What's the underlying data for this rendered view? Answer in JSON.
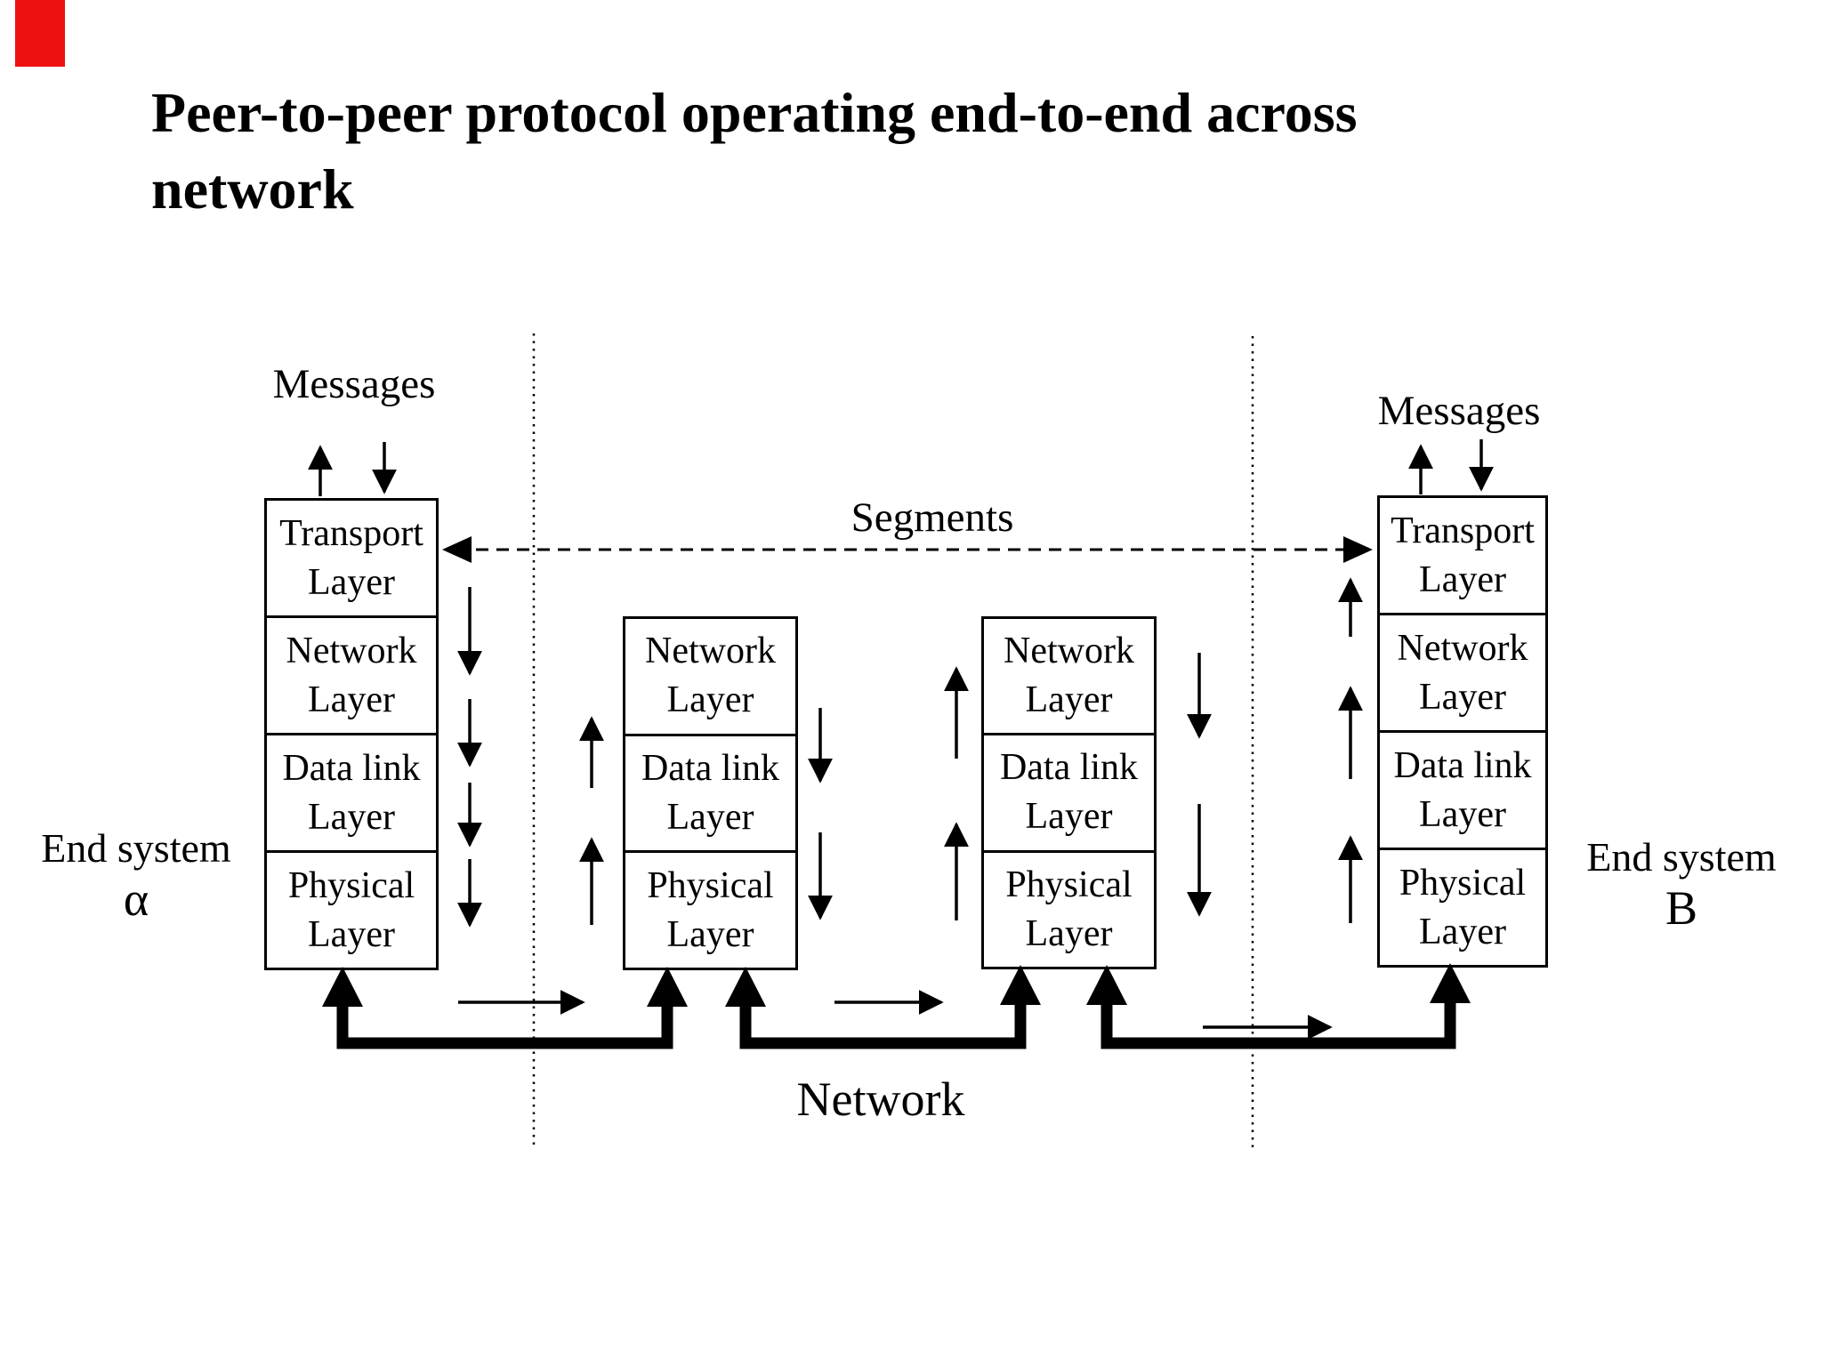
{
  "title": {
    "line1": "Peer-to-peer protocol operating end-to-end across",
    "line2": "network"
  },
  "labels": {
    "messages_left": "Messages",
    "messages_right": "Messages",
    "segments": "Segments",
    "network": "Network",
    "end_system_alpha_line1": "End system",
    "end_system_alpha_line2": "α",
    "end_system_b_line1": "End system",
    "end_system_b_line2": "B"
  },
  "stacks": {
    "alpha": {
      "layers": [
        {
          "l1": "Transport",
          "l2": "Layer"
        },
        {
          "l1": "Network",
          "l2": "Layer"
        },
        {
          "l1": "Data link",
          "l2": "Layer"
        },
        {
          "l1": "Physical",
          "l2": "Layer"
        }
      ]
    },
    "router1": {
      "layers": [
        {
          "l1": "Network",
          "l2": "Layer"
        },
        {
          "l1": "Data link",
          "l2": "Layer"
        },
        {
          "l1": "Physical",
          "l2": "Layer"
        }
      ]
    },
    "router2": {
      "layers": [
        {
          "l1": "Network",
          "l2": "Layer"
        },
        {
          "l1": "Data link",
          "l2": "Layer"
        },
        {
          "l1": "Physical",
          "l2": "Layer"
        }
      ]
    },
    "b": {
      "layers": [
        {
          "l1": "Transport",
          "l2": "Layer"
        },
        {
          "l1": "Network",
          "l2": "Layer"
        },
        {
          "l1": "Data link",
          "l2": "Layer"
        },
        {
          "l1": "Physical",
          "l2": "Layer"
        }
      ]
    }
  },
  "colors": {
    "background": "#ffffff",
    "ink": "#000000",
    "red_marker": "#ee1111"
  }
}
